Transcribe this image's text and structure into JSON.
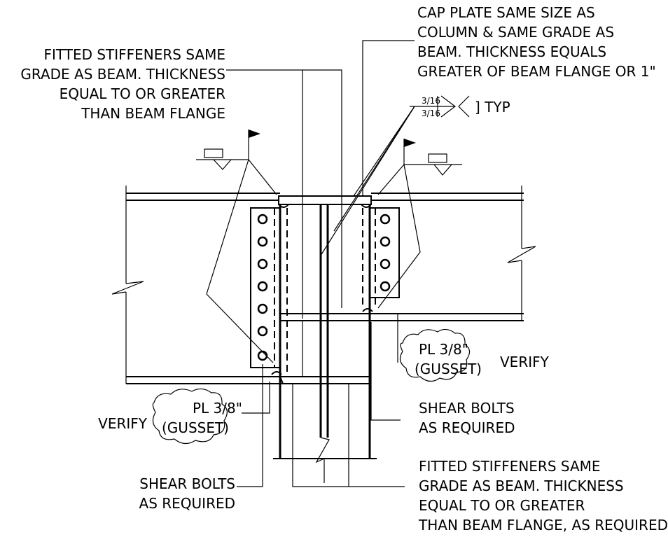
{
  "notes": {
    "cap_plate": [
      "CAP PLATE SAME SIZE AS",
      "COLUMN & SAME GRADE AS",
      "BEAM. THICKNESS EQUALS",
      "GREATER OF BEAM FLANGE OR 1\""
    ],
    "stiffeners_top": [
      "FITTED STIFFENERS SAME",
      "GRADE AS BEAM. THICKNESS",
      "EQUAL TO OR GREATER",
      "THAN BEAM FLANGE"
    ],
    "stiffeners_bottom": [
      "FITTED STIFFENERS SAME",
      "GRADE AS BEAM. THICKNESS",
      "EQUAL TO OR GREATER",
      "THAN BEAM FLANGE, AS REQUIRED"
    ],
    "weld": {
      "top": "3/16",
      "bottom": "3/16",
      "typ": "] TYP"
    },
    "gusset_right": {
      "plate": "PL 3/8\"",
      "label": "(GUSSET)",
      "verify": "VERIFY"
    },
    "gusset_left": {
      "plate": "PL 3/8\"",
      "label": "(GUSSET)",
      "verify": "VERIFY"
    },
    "shear_bolts_right": [
      "SHEAR BOLTS",
      "AS REQUIRED"
    ],
    "shear_bolts_left": [
      "SHEAR BOLTS",
      "AS REQUIRED"
    ]
  }
}
